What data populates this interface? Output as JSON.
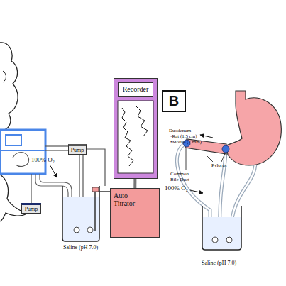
{
  "diagram": {
    "nodes": [
      {
        "text": [
          "Pump"
        ]
      },
      {
        "text": [
          "Pump"
        ]
      },
      {
        "text": [
          "Recorder"
        ]
      },
      {
        "text": [
          "Auto Titrator"
        ]
      },
      {
        "text": [
          "B"
        ]
      }
    ],
    "edges": [
      {
        "from": 2,
        "to": 3,
        "arrow": "none"
      }
    ],
    "labels": [
      "100% O₂",
      "Saline (pH 7.0)",
      "Duodenum",
      "•Rat (1.5 cm)",
      "•Mouse (7 mm)",
      "Common Bile Duct",
      "Pylorus",
      "100% O₂",
      "Saline (pH 7.0)"
    ]
  }
}
